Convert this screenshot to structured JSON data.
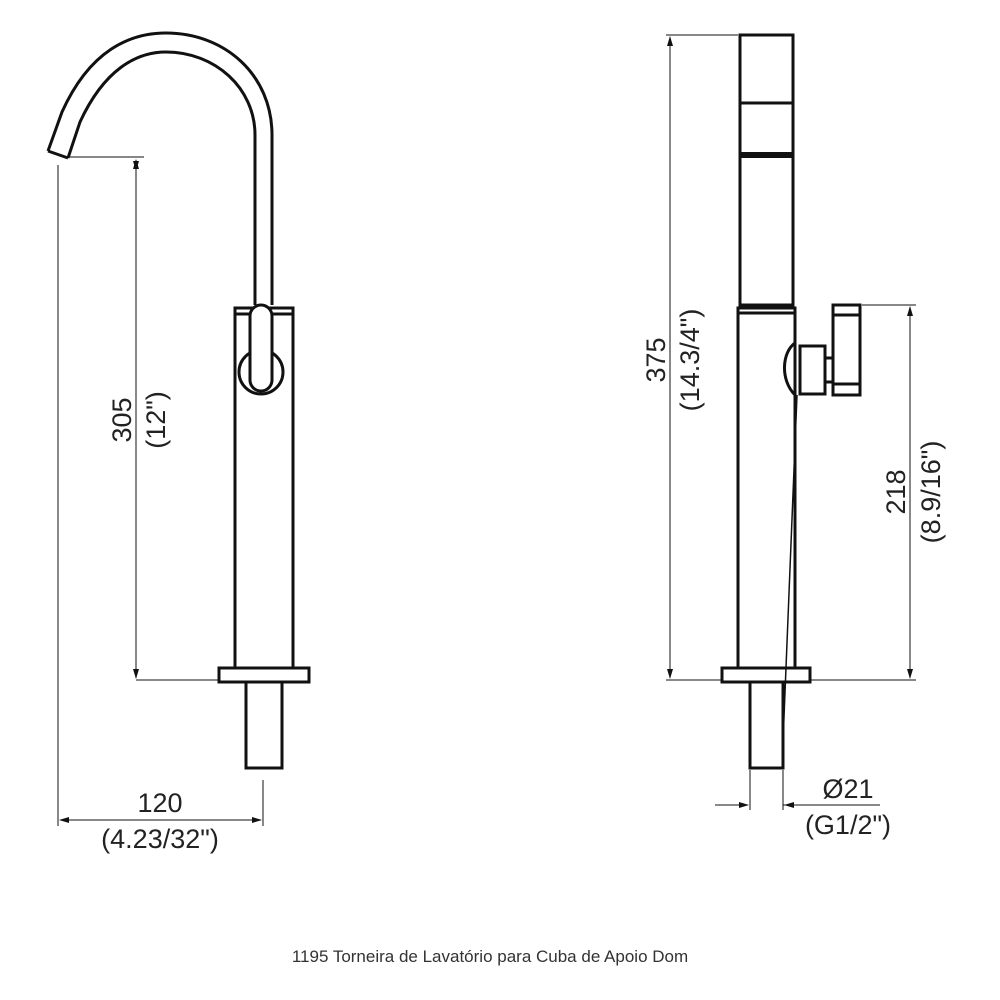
{
  "drawing": {
    "caption": "1195 Torneira de Lavatório para Cuba de Apoio Dom",
    "front_view": {
      "height_mm": "305",
      "height_in": "(12\")",
      "reach_mm": "120",
      "reach_in": "(4.23/32\")"
    },
    "side_view": {
      "total_height_mm": "375",
      "total_height_in": "(14.3/4\")",
      "handle_height_mm": "218",
      "handle_height_in": "(8.9/16\")",
      "thread_diameter": "Ø21",
      "thread_size": "(G1/2\")"
    }
  }
}
